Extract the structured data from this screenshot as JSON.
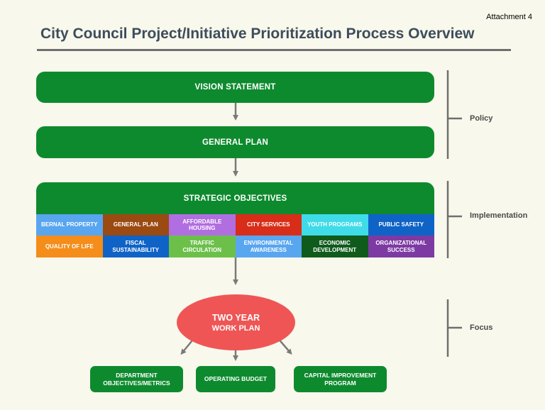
{
  "attachment": "Attachment 4",
  "title": "City Council Project/Initiative Prioritization Process Overview",
  "vision": "VISION STATEMENT",
  "general_plan": "GENERAL PLAN",
  "strategic": {
    "title": "STRATEGIC OBJECTIVES",
    "cells": [
      {
        "label": "BERNAL PROPERTY",
        "color": "#58a5f0"
      },
      {
        "label": "GENERAL PLAN",
        "color": "#9b4a12"
      },
      {
        "label": "AFFORDABLE HOUSING",
        "color": "#b16ee0"
      },
      {
        "label": "CITY SERVICES",
        "color": "#d82d18"
      },
      {
        "label": "YOUTH PROGRAMS",
        "color": "#40dbe8"
      },
      {
        "label": "PUBLIC SAFETY",
        "color": "#0f63c6"
      },
      {
        "label": "QUALITY OF LIFE",
        "color": "#f48d1a"
      },
      {
        "label": "FISCAL SUSTAINABILITY",
        "color": "#0f63c6"
      },
      {
        "label": "TRAFFIC CIRCULATION",
        "color": "#6cc04a"
      },
      {
        "label": "ENVIRONMENTAL AWARENESS",
        "color": "#58a5f0"
      },
      {
        "label": "ECONOMIC DEVELOPMENT",
        "color": "#0f5b1c"
      },
      {
        "label": "ORGANIZATIONAL SUCCESS",
        "color": "#7d3aa3"
      }
    ]
  },
  "work_plan": {
    "line1": "TWO YEAR",
    "line2": "WORK PLAN"
  },
  "outputs": {
    "dept": "DEPARTMENT OBJECTIVES/METRICS",
    "budget": "OPERATING BUDGET",
    "cip": "CAPITAL IMPROVEMENT PROGRAM"
  },
  "side_labels": {
    "policy": "Policy",
    "implementation": "Implementation",
    "focus": "Focus"
  },
  "colors": {
    "green": "#0e8a2e",
    "ellipse": "#ef5555",
    "connector": "#7a7a7a"
  }
}
